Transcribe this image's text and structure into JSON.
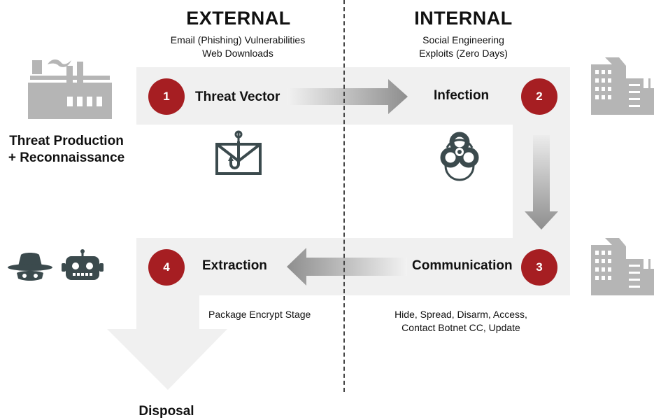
{
  "columns": {
    "external": {
      "title": "EXTERNAL",
      "details": [
        "Email (Phishing) Vulnerabilities",
        "Web Downloads"
      ]
    },
    "internal": {
      "title": "INTERNAL",
      "details": [
        "Social Engineering",
        "Exploits (Zero Days)"
      ]
    }
  },
  "side_labels": {
    "source": [
      "Threat Production",
      "+ Reconnaissance"
    ],
    "sink": "Disposal"
  },
  "stages": [
    {
      "number": "1",
      "label": "Threat Vector"
    },
    {
      "number": "2",
      "label": "Infection"
    },
    {
      "number": "3",
      "label": "Communication"
    },
    {
      "number": "4",
      "label": "Extraction"
    }
  ],
  "captions": {
    "extraction": "Package Encrypt Stage",
    "communication": [
      "Hide, Spread, Disarm, Access,",
      "Contact Botnet CC, Update"
    ]
  },
  "icons": {
    "factory": "factory-icon",
    "building_top": "office-building-icon",
    "building_bottom": "office-building-icon",
    "phishing": "phishing-envelope-hook-icon",
    "biohazard": "biohazard-icon",
    "hacker": "hacker-hat-icon",
    "robot": "robot-icon"
  },
  "colors": {
    "badge": "#a61e22",
    "band": "#f0f0f0",
    "icon_gray": "#b5b5b5",
    "icon_dark": "#3b4a4d"
  }
}
